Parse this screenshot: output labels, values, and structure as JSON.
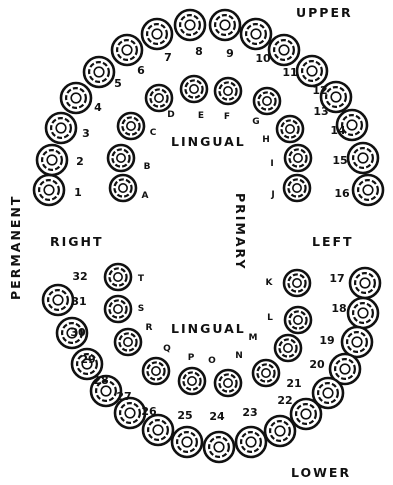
{
  "labels": {
    "upper": "UPPER",
    "lower": "LOWER",
    "right": "RIGHT",
    "left": "LEFT",
    "permanent": "PERMANENT",
    "primary": "PRIMARY",
    "lingual_upper": "LINGUAL",
    "lingual_lower": "LINGUAL"
  },
  "permanent_teeth": [
    "1",
    "2",
    "3",
    "4",
    "5",
    "6",
    "7",
    "8",
    "9",
    "10",
    "11",
    "12",
    "13",
    "14",
    "15",
    "16",
    "17",
    "18",
    "19",
    "20",
    "21",
    "22",
    "23",
    "24",
    "25",
    "26",
    "27",
    "28",
    "29",
    "30",
    "31",
    "32"
  ],
  "primary_teeth": [
    "A",
    "B",
    "C",
    "D",
    "E",
    "F",
    "G",
    "H",
    "I",
    "J",
    "K",
    "L",
    "M",
    "N",
    "O",
    "P",
    "Q",
    "R",
    "S",
    "T"
  ]
}
